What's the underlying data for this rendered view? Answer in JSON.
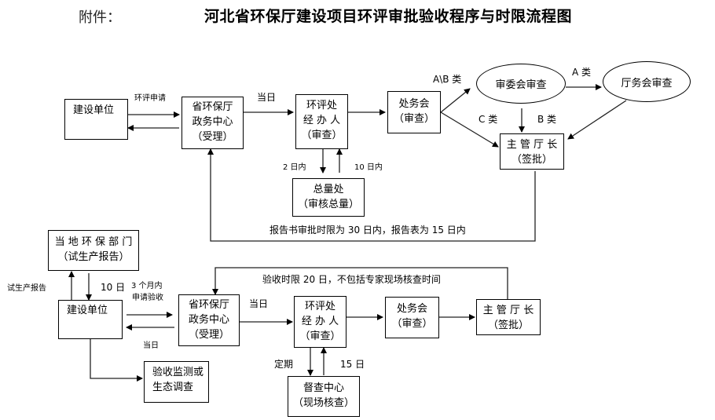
{
  "header": {
    "attachment": "附件：",
    "title": "河北省环保厅建设项目环评审批验收程序与时限流程图"
  },
  "approval_flow": {
    "nodes": {
      "construction_unit": [
        "建设单位"
      ],
      "gov_service_center": [
        "省环保厅",
        "政务中心",
        "（受理）"
      ],
      "eia_handler": [
        "环评处",
        "经 办 人",
        "（审查）"
      ],
      "office_meeting": [
        "处务会",
        "（审查）"
      ],
      "review_committee": "审委会审查",
      "dept_meeting": "厅务会审查",
      "director": [
        "主 管 厅 长",
        "（签批）"
      ],
      "total_volume_office": [
        "总量处",
        "（审核总量）"
      ]
    },
    "labels": {
      "eia_application": "环评申请",
      "same_day": "当日",
      "class_ab": "A\\B 类",
      "class_a": "A 类",
      "class_c": "C 类",
      "class_b": "B 类",
      "within_2_days": "2 日内",
      "within_10_days": "10 日内",
      "time_limit": "报告书审批时限为 30 日内，报告表为 15 日内"
    }
  },
  "acceptance_flow": {
    "nodes": {
      "local_epb": [
        "当 地 环 保 部 门",
        "（试生产报告）"
      ],
      "construction_unit": [
        "建设单位"
      ],
      "gov_service_center": [
        "省环保厅",
        "政务中心",
        "（受理）"
      ],
      "eia_handler": [
        "环评处",
        "经 办 人",
        "（审查）"
      ],
      "office_meeting": [
        "处务会",
        "（审查）"
      ],
      "director": [
        "主 管 厅 长",
        "（签批）"
      ],
      "monitoring": [
        "验收监测或",
        "生态调查"
      ],
      "inspection_center": [
        "督查中心",
        "（现场核查）"
      ]
    },
    "labels": {
      "trial_report": "试生产报告",
      "ten_days": "10 日",
      "within_3_months": "3 个月内",
      "apply_acceptance": "申请验收",
      "same_day_top": "当日",
      "same_day_bottom": "当日",
      "time_limit": "验收时限 20 日，不包括专家现场核查时间",
      "periodic": "定期",
      "fifteen_days": "15 日"
    }
  }
}
